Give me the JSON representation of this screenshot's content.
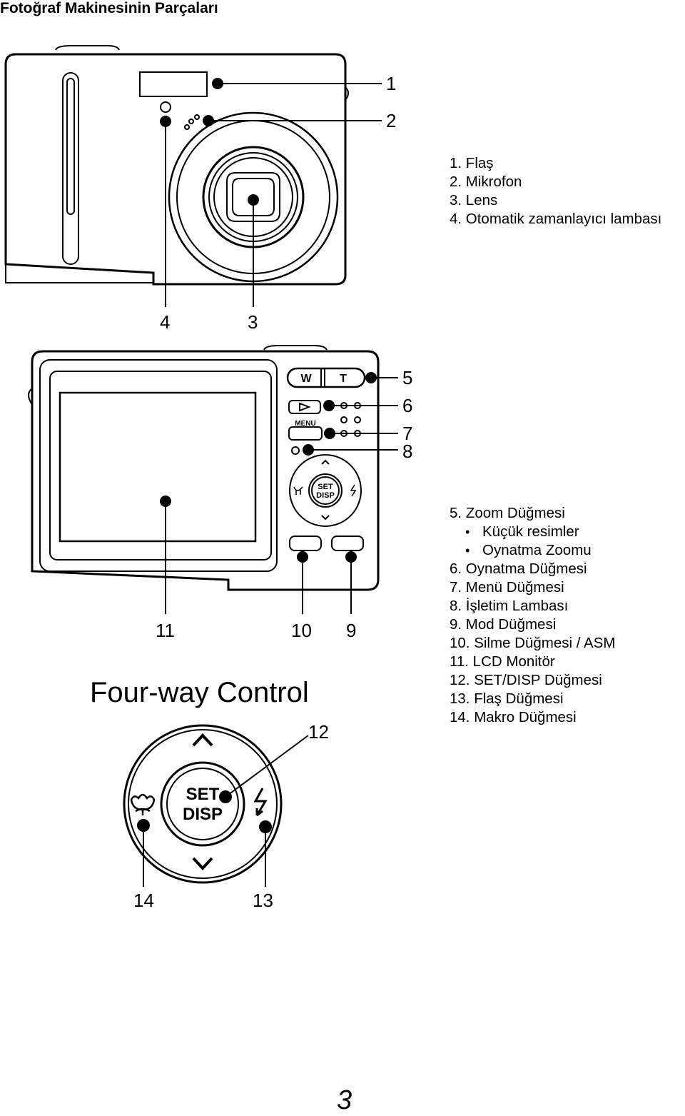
{
  "header": {
    "title": "Fotoğraf Makinesinin Parçaları"
  },
  "front_legend": [
    "1. Flaş",
    "2. Mikrofon",
    "3. Lens",
    "4. Otomatik zamanlayıcı lambası"
  ],
  "back_legend": {
    "zoom": "5. Zoom Düğmesi",
    "zoom_sub": [
      "Küçük resimler",
      "Oynatma Zoomu"
    ],
    "items": [
      "6. Oynatma Düğmesi",
      "7. Menü Düğmesi",
      "8. İşletim Lambası",
      "9. Mod Düğmesi",
      "10. Silme Düğmesi / ASM",
      "11. LCD Monitör",
      "12. SET/DISP Düğmesi",
      "13. Flaş Düğmesi",
      "14. Makro Düğmesi"
    ]
  },
  "callouts": {
    "c1": "1",
    "c2": "2",
    "c3": "3",
    "c4": "4",
    "c5": "5",
    "c6": "6",
    "c7": "7",
    "c8": "8",
    "c9": "9",
    "c10": "10",
    "c11": "11",
    "c12": "12",
    "c13": "13",
    "c14": "14"
  },
  "camera_labels": {
    "wide": "W",
    "tele": "T",
    "menu": "MENU",
    "set": "SET",
    "disp": "DISP"
  },
  "four_way": {
    "heading": "Four-way Control",
    "set": "SET",
    "disp": "DISP"
  },
  "footer": {
    "page_number": "3"
  }
}
